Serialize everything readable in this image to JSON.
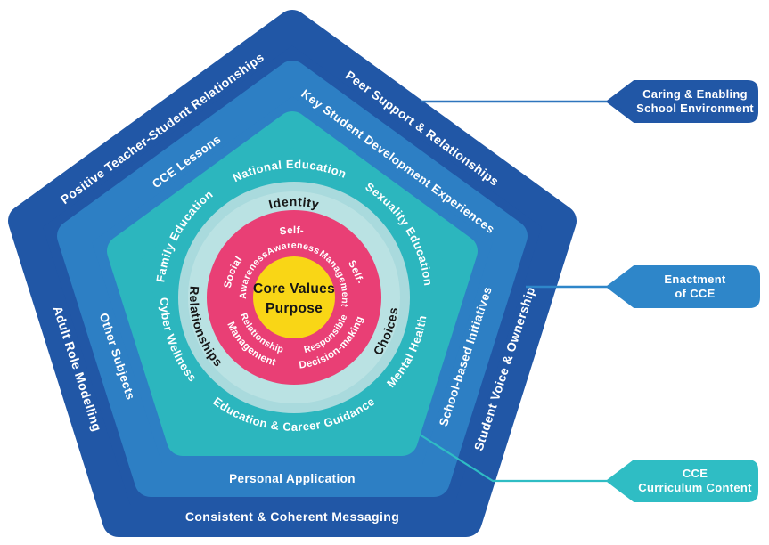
{
  "diagram": {
    "background": "#ffffff",
    "colors": {
      "outer_pentagon": "#2157a6",
      "mid_pentagon": "#2d7fc4",
      "teal_pentagon": "#2cb6be",
      "pale_circle": "#a9dadd",
      "pale_circle_glow": "#cfeaec",
      "pink_circle": "#e93f75",
      "yellow_circle": "#f9d616",
      "callout_environment": "#2157a6",
      "callout_enactment": "#2e86c9",
      "callout_curriculum": "#2fbdc4",
      "connector_environment": "#2e75bd",
      "connector_enactment": "#2e86c9",
      "connector_curriculum": "#2fbdc4",
      "text_light": "#ffffff",
      "text_dark": "#161616"
    },
    "center": {
      "line1": "Core Values",
      "line2": "Purpose"
    },
    "sel_ring": {
      "self_awareness": {
        "word1": "Self-",
        "word2": "Awareness"
      },
      "self_management": {
        "word1": "Self-",
        "word2": "Management"
      },
      "social_awareness": {
        "word1": "Social",
        "word2": "Awareness"
      },
      "relationship_management": {
        "word1": "Relationship",
        "word2": "Management"
      },
      "responsible_decision_making": {
        "word1": "Responsible",
        "word2": "Decision-making"
      }
    },
    "development_ring": {
      "top": "Identity",
      "left": "Relationships",
      "right": "Choices"
    },
    "curriculum_ring": {
      "top_left": "Family Education",
      "top": "National Education",
      "top_right": "Sexuality Education",
      "left": "Cyber Wellness",
      "bottom": "Education & Career Guidance",
      "right": "Mental Health"
    },
    "enactment_ring": {
      "top_left": "CCE Lessons",
      "top_right": "Key Student Development Experiences",
      "left": "Other Subjects",
      "right": "School-based Initiatives",
      "bottom": "Personal Application"
    },
    "environment_ring": {
      "top_left": "Positive Teacher-Student Relationships",
      "top_right": "Peer Support & Relationships",
      "left": "Adult Role Modelling",
      "right": "Student Voice & Ownership",
      "bottom": "Consistent & Coherent Messaging"
    },
    "callouts": {
      "environment": {
        "line1": "Caring & Enabling",
        "line2": "School Environment"
      },
      "enactment": {
        "line1": "Enactment",
        "line2": "of CCE"
      },
      "curriculum": {
        "line1": "CCE",
        "line2": "Curriculum Content"
      }
    }
  }
}
